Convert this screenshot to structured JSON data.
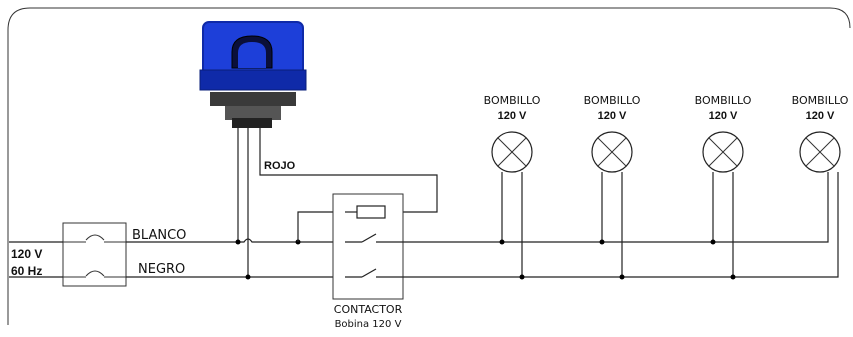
{
  "supply": {
    "voltage": "120 V",
    "frequency": "60 Hz"
  },
  "wires": {
    "line": "BLANCO",
    "neutral": "NEGRO",
    "sensor_out": "ROJO"
  },
  "contactor": {
    "title": "CONTACTOR",
    "coil": "Bobina 120 V"
  },
  "lamps": [
    {
      "name": "BOMBILLO",
      "rating": "120 V"
    },
    {
      "name": "BOMBILLO",
      "rating": "120 V"
    },
    {
      "name": "BOMBILLO",
      "rating": "120 V"
    },
    {
      "name": "BOMBILLO",
      "rating": "120 V"
    }
  ],
  "colors": {
    "photocell_body": "#1d3fd9",
    "photocell_dark": "#0f2aa8",
    "photocell_base": "#3a3a3a",
    "wire": "#222222"
  }
}
